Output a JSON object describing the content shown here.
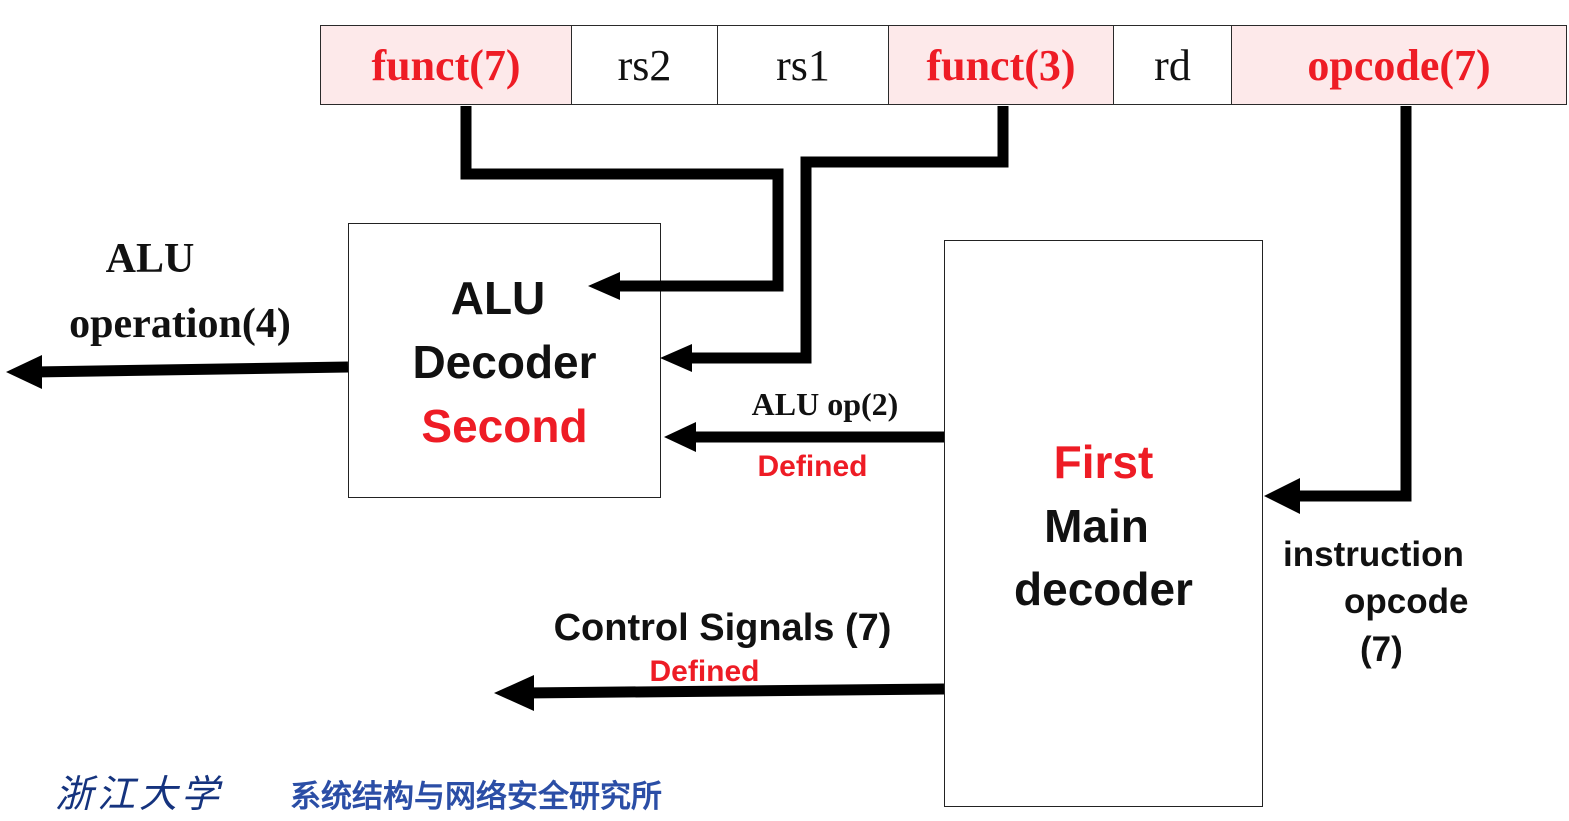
{
  "instruction_fields": [
    {
      "label": "funct(7)",
      "highlight": true
    },
    {
      "label": "rs2",
      "highlight": false
    },
    {
      "label": "rs1",
      "highlight": false
    },
    {
      "label": "funct(3)",
      "highlight": true
    },
    {
      "label": "rd",
      "highlight": false
    },
    {
      "label": "opcode(7)",
      "highlight": true
    }
  ],
  "alu_decoder": {
    "line1": "ALU",
    "line2": "Decoder",
    "line3": "Second"
  },
  "main_decoder": {
    "line1": "First",
    "line2": "Main",
    "line3": "decoder"
  },
  "labels": {
    "alu_operation_line1": "ALU",
    "alu_operation_line2": "operation(4)",
    "alu_op": "ALU op(2)",
    "alu_op_defined": "Defined",
    "control_signals": "Control Signals (7)",
    "control_defined": "Defined",
    "instr_opcode_line1": "instruction",
    "instr_opcode_line2": "opcode",
    "instr_opcode_line3": "(7)"
  },
  "footer": {
    "university_logo_text": "浙江大学",
    "institute": "系统结构与网络安全研究所"
  },
  "colors": {
    "accent_red": "#ee1c25",
    "field_highlight_bg": "#fde9ea",
    "line": "#000000"
  }
}
